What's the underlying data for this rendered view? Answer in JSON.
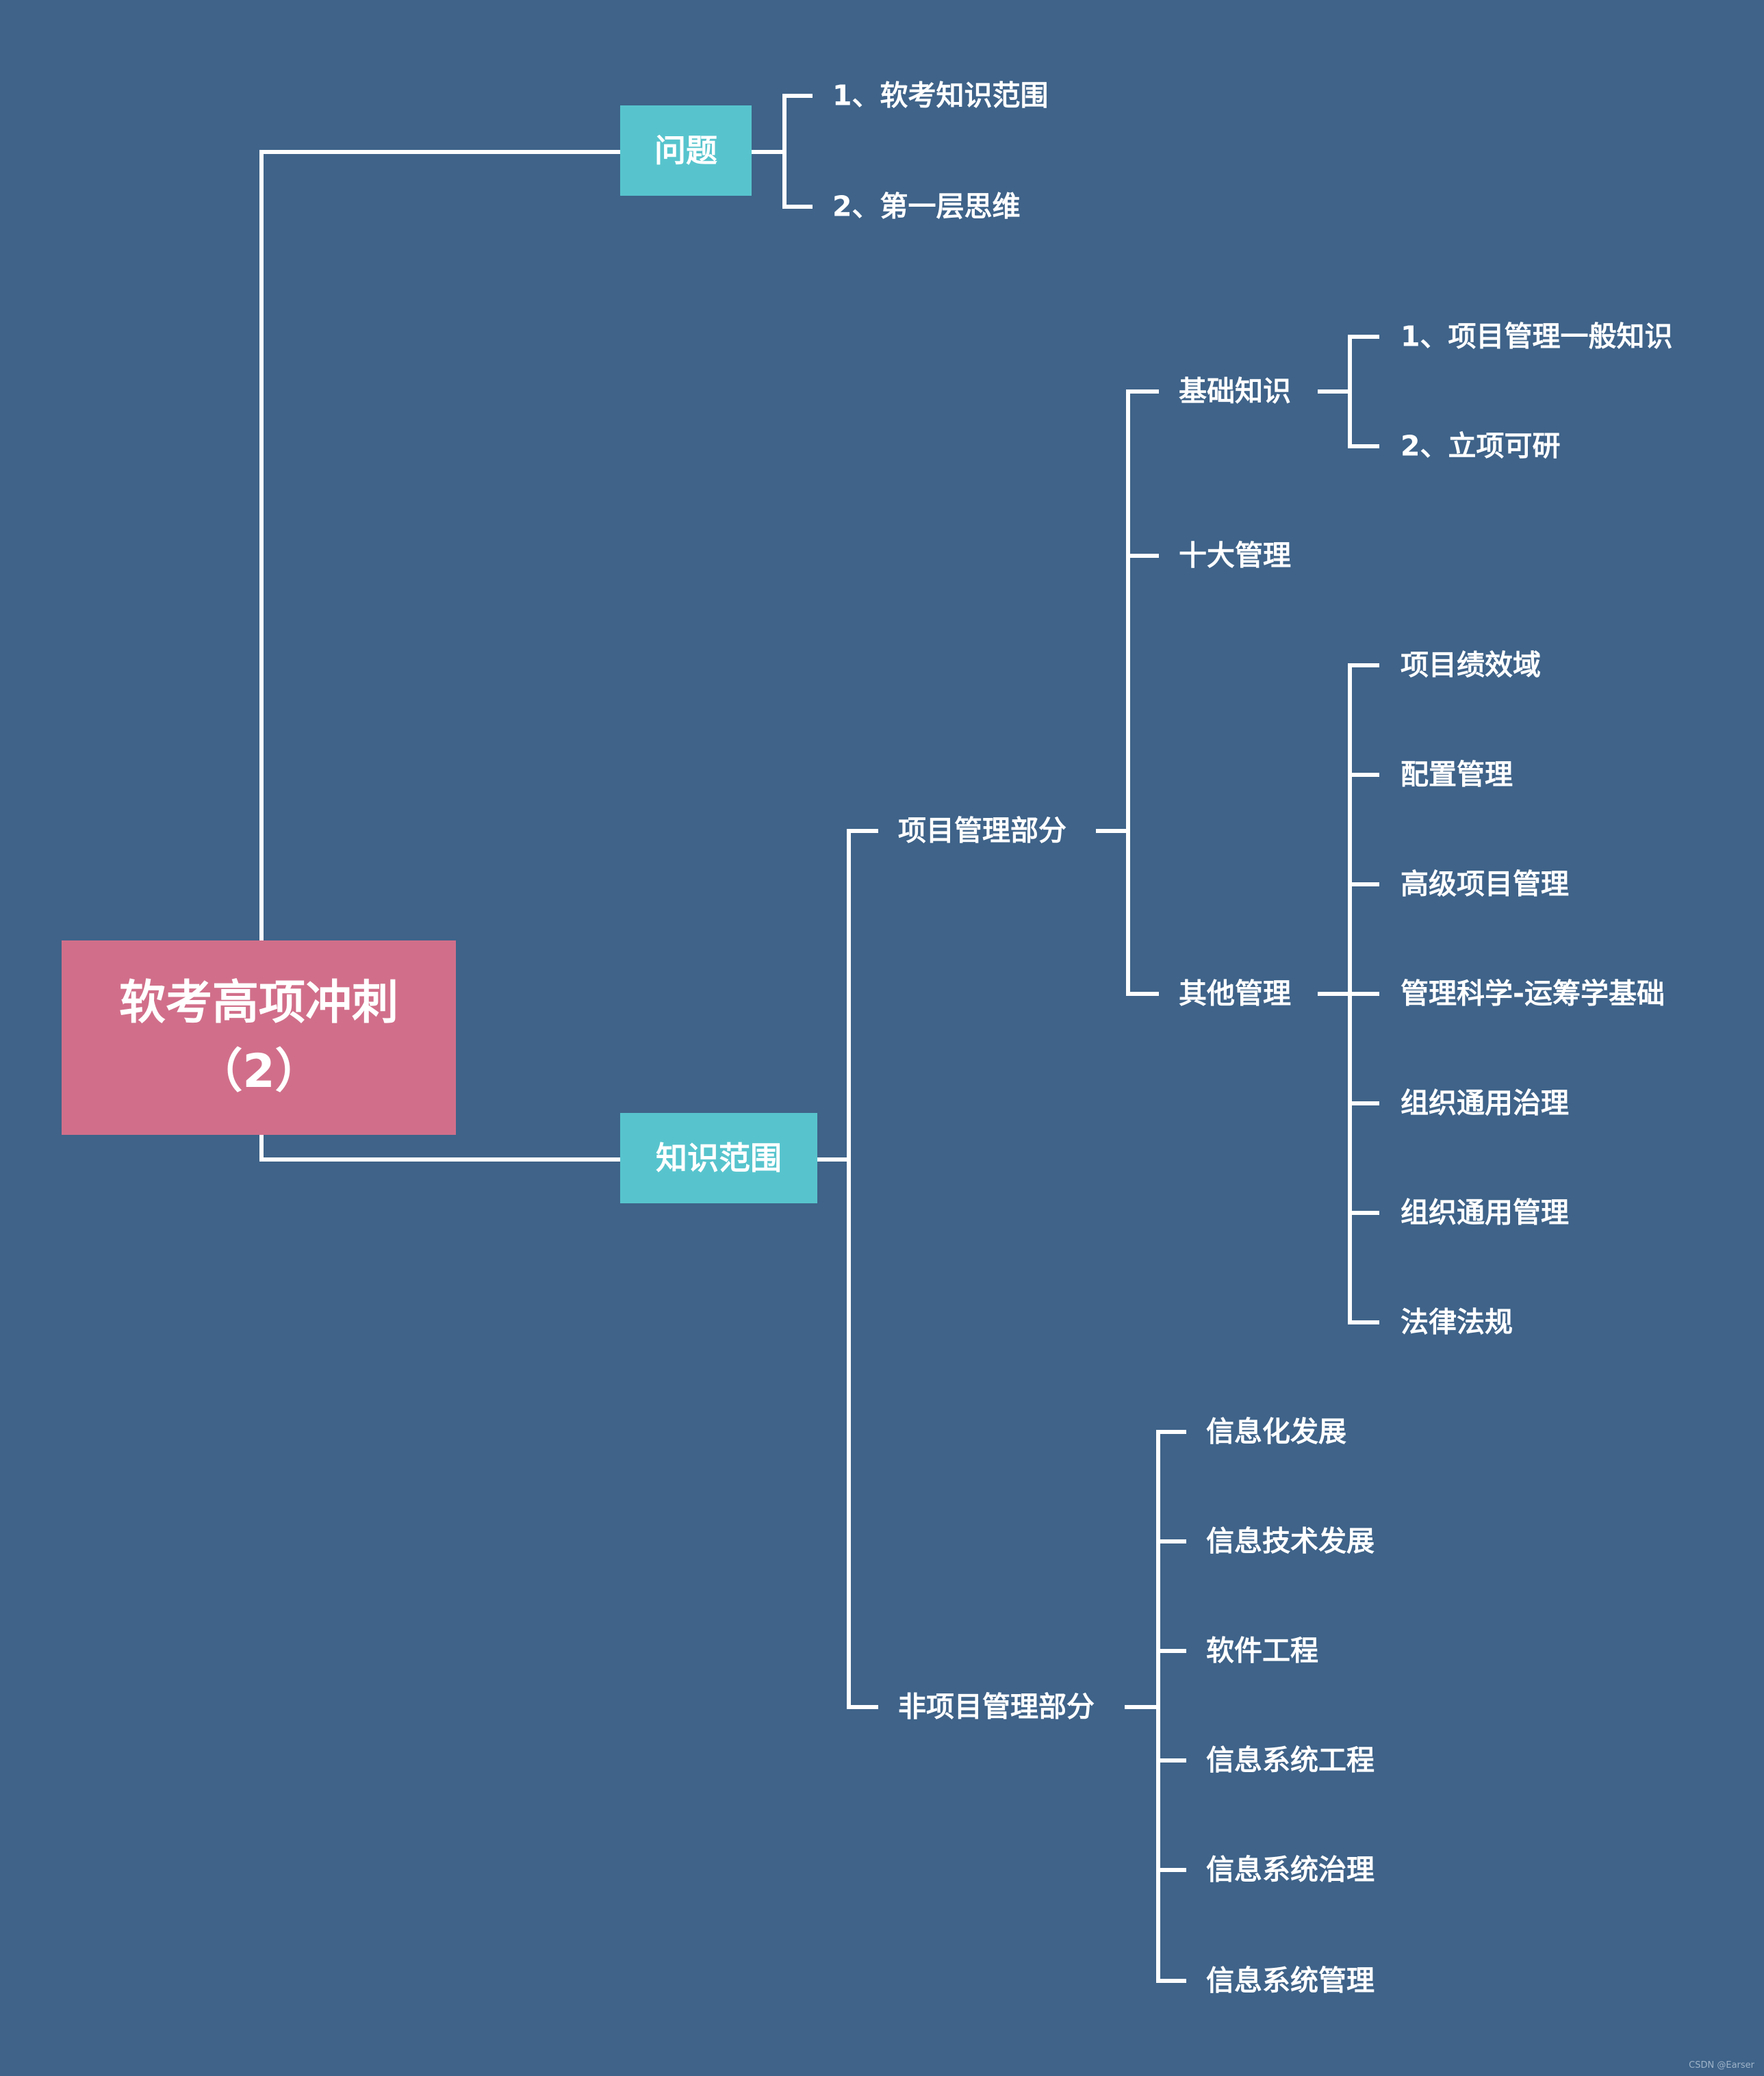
{
  "root": {
    "line1": "软考高项冲刺",
    "line2": "（2）"
  },
  "branches": {
    "wenti": {
      "label": "问题",
      "items": [
        "1、软考知识范围",
        "2、第一层思维"
      ]
    },
    "zhishi": {
      "label": "知识范围",
      "xiangmu": {
        "label": "项目管理部分",
        "jichu": {
          "label": "基础知识",
          "items": [
            "1、项目管理一般知识",
            "2、立项可研"
          ]
        },
        "shida": {
          "label": "十大管理"
        },
        "qita": {
          "label": "其他管理",
          "items": [
            "项目绩效域",
            "配置管理",
            "高级项目管理",
            "管理科学-运筹学基础",
            "组织通用治理",
            "组织通用管理",
            "法律法规"
          ]
        }
      },
      "fei": {
        "label": "非项目管理部分",
        "items": [
          "信息化发展",
          "信息技术发展",
          "软件工程",
          "信息系统工程",
          "信息系统治理",
          "信息系统管理"
        ]
      }
    }
  },
  "watermark": "CSDN @Earser",
  "colors": {
    "background": "#3f6389",
    "root": "#d16f8a",
    "box": "#57c4cd",
    "line": "#ffffff"
  }
}
